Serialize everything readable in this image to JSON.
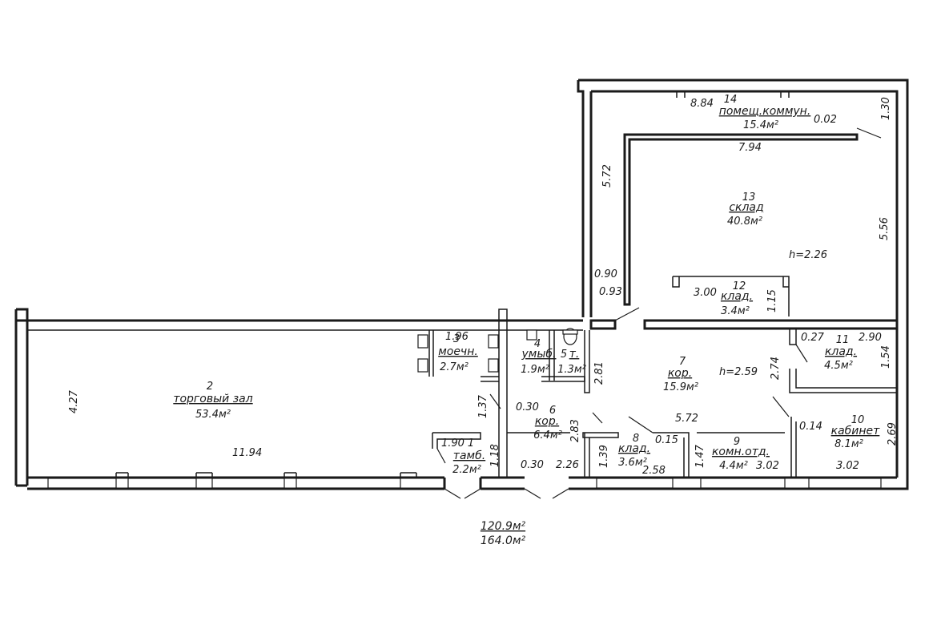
{
  "rooms": [
    {
      "number": "1",
      "name": "тамб.",
      "area": "2.2м²"
    },
    {
      "number": "2",
      "name": "торговый зал",
      "area": "53.4м²"
    },
    {
      "number": "3",
      "name": "моечн.",
      "area": "2.7м²"
    },
    {
      "number": "4",
      "name": "умыб.",
      "area": "1.9м²"
    },
    {
      "number": "5",
      "name": "т.",
      "area": "1.3м²"
    },
    {
      "number": "6",
      "name": "кор.",
      "area": "6.4м²"
    },
    {
      "number": "7",
      "name": "кор.",
      "area": "15.9м²"
    },
    {
      "number": "8",
      "name": "клад.",
      "area": "3.6м²"
    },
    {
      "number": "9",
      "name": "комн.отд.",
      "area": "4.4м²"
    },
    {
      "number": "10",
      "name": "кабинет",
      "area": "8.1м²"
    },
    {
      "number": "11",
      "name": "клад.",
      "area": "4.5м²"
    },
    {
      "number": "12",
      "name": "клад.",
      "area": "3.4м²"
    },
    {
      "number": "13",
      "name": "склад",
      "area": "40.8м²"
    },
    {
      "number": "14",
      "name": "помещ.коммун.",
      "area": "15.4м²"
    }
  ],
  "heights": [
    "h=2.26",
    "h=2.59"
  ],
  "dimensions": [
    "8.84",
    "0.02",
    "1.30",
    "7.94",
    "5.72",
    "5.56",
    "0.90",
    "0.93",
    "3.00",
    "1.15",
    "0.27",
    "2.90",
    "1.54",
    "2.74",
    "4.27",
    "1.96",
    "2.81",
    "11.94",
    "1.37",
    "0.30",
    "2.83",
    "5.72",
    "0.15",
    "0.14",
    "2.69",
    "1.90",
    "1.18",
    "0.30",
    "2.26",
    "1.39",
    "2.58",
    "1.47",
    "3.02",
    "3.02"
  ],
  "totals": {
    "area_main": "120.9м²",
    "area_total": "164.0м²"
  }
}
